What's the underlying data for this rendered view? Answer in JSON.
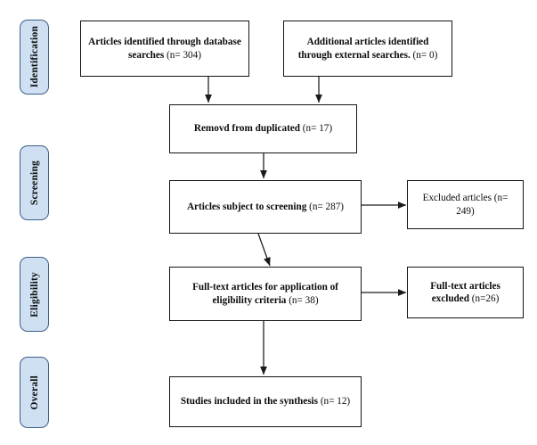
{
  "diagram": {
    "title": "PRISMA flow diagram",
    "accent_color": "#cfe0f2",
    "accent_border": "#3d5f87",
    "box_border": "#141414",
    "background": "#ffffff"
  },
  "stages": [
    {
      "id": "identification",
      "label": "Identification"
    },
    {
      "id": "screening",
      "label": "Screening"
    },
    {
      "id": "eligibility",
      "label": "Eligibility"
    },
    {
      "id": "overall",
      "label": "Overall"
    }
  ],
  "boxes": [
    {
      "id": "identified-database",
      "bold": "Articles identified through database searches",
      "count": "(n= 304)"
    },
    {
      "id": "identified-external",
      "bold": "Additional articles identified through external searches.",
      "count": "(n= 0)"
    },
    {
      "id": "duplicates-removed",
      "bold": "Removd from duplicated",
      "count": "(n= 17)"
    },
    {
      "id": "screened",
      "bold": "Articles subject to screening",
      "count": "(n= 287)"
    },
    {
      "id": "excluded-screened",
      "bold": "",
      "count": "Excluded articles (n= 249)"
    },
    {
      "id": "full-text-assessed",
      "bold": "Full-text articles for application of eligibility criteria",
      "count": "(n= 38)"
    },
    {
      "id": "full-text-excluded",
      "bold": "Full-text articles excluded",
      "count": "(n=26)"
    },
    {
      "id": "included-synthesis",
      "bold": "Studies included in the synthesis",
      "count": "(n= 12)"
    }
  ]
}
